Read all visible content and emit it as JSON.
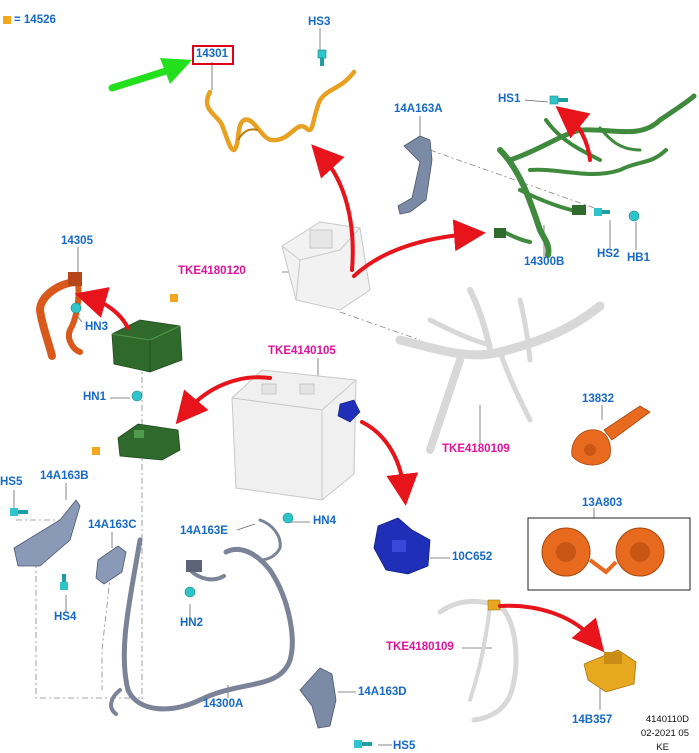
{
  "legend": {
    "code": "= 14526",
    "color": "#f3a71a"
  },
  "labels": {
    "p14301": "14301",
    "hs3": "HS3",
    "p14a163a": "14A163A",
    "hs1": "HS1",
    "p14305": "14305",
    "hn3": "HN3",
    "tke4180120": "TKE4180120",
    "hs2": "HS2",
    "hb1": "HB1",
    "p14300b": "14300B",
    "tke4140105": "TKE4140105",
    "hn1": "HN1",
    "tke4180109a": "TKE4180109",
    "p13832": "13832",
    "hs5a": "HS5",
    "p14a163b": "14A163B",
    "p14a163c": "14A163C",
    "p14a163e": "14A163E",
    "hn4": "HN4",
    "p10c652": "10C652",
    "p13a803": "13A803",
    "hs4": "HS4",
    "hn2": "HN2",
    "tke4180109b": "TKE4180109",
    "p14300a": "14300A",
    "p14a163d": "14A163D",
    "hs5b": "HS5",
    "p14b357": "14B357"
  },
  "footer": {
    "line1": "4140110D",
    "line2": "02-2021 05",
    "line3": "KE"
  },
  "colors": {
    "label_blue": "#1569c7",
    "label_pink": "#e0129a",
    "arrow_red": "#e8141c",
    "arrow_green": "#22e01c",
    "harness_yellow": "#e8a020",
    "harness_green": "#3f8a3c",
    "harness_orange": "#d9581c",
    "battery_blue": "#1f2fb8",
    "horn_orange": "#e86a1e",
    "bolt_teal": "#2fc4c9",
    "sensor_yellow": "#e6a81e",
    "bracket_gray": "#7b8ba6"
  }
}
